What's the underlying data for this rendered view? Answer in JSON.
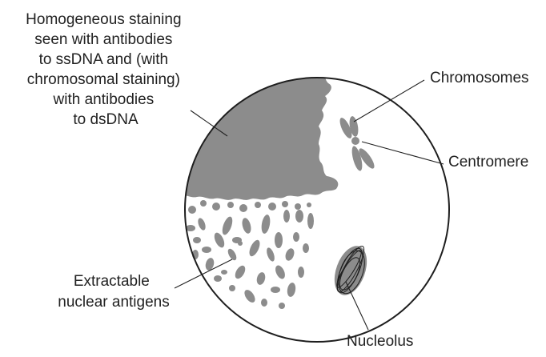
{
  "labels": {
    "homogeneous": [
      "Homogeneous staining",
      "seen with antibodies",
      "to ssDNA and (with",
      "chromosomal staining)",
      "with antibodies",
      "to dsDNA"
    ],
    "chromosomes": "Chromosomes",
    "centromere": "Centromere",
    "extractable": [
      "Extractable",
      "nuclear antigens"
    ],
    "nucleolus": "Nucleolus"
  },
  "colors": {
    "stain": "#8c8c8c",
    "outline": "#1e1e1e",
    "background": "#ffffff"
  }
}
